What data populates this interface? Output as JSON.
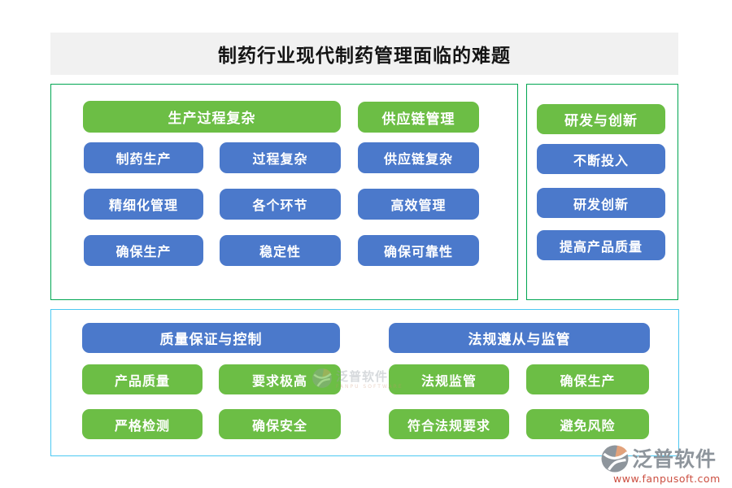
{
  "title": "制药行业现代制药管理面临的难题",
  "colors": {
    "green_node": "#6cbe45",
    "blue_node": "#4b79cb",
    "section_border_green": "#00a651",
    "section_border_cyan": "#4cc8f2",
    "title_bar_bg": "#f1f1f1",
    "node_text": "#ffffff",
    "logo_gray": "#8e959c",
    "logo_url_red": "#cc4f41"
  },
  "production_section": {
    "header_main": "生产过程复杂",
    "header_side": "供应链管理",
    "nodes": [
      "制药生产",
      "过程复杂",
      "供应链复杂",
      "精细化管理",
      "各个环节",
      "高效管理",
      "确保生产",
      "稳定性",
      "确保可靠性"
    ]
  },
  "rnd_section": {
    "header": "研发与创新",
    "nodes": [
      "不断投入",
      "研发创新",
      "提高产品质量"
    ]
  },
  "quality_section": {
    "header": "质量保证与控制",
    "nodes": [
      "产品质量",
      "要求极高",
      "严格检测",
      "确保安全"
    ]
  },
  "regulation_section": {
    "header": "法规遵从与监管",
    "nodes": [
      "法规监管",
      "确保生产",
      "符合法规要求",
      "避免风险"
    ]
  },
  "watermark": {
    "text": "泛普软件",
    "subtext": "FANPU SOFTWARE"
  },
  "logo": {
    "name": "泛普软件",
    "url": "www.fanpusoft.com"
  }
}
